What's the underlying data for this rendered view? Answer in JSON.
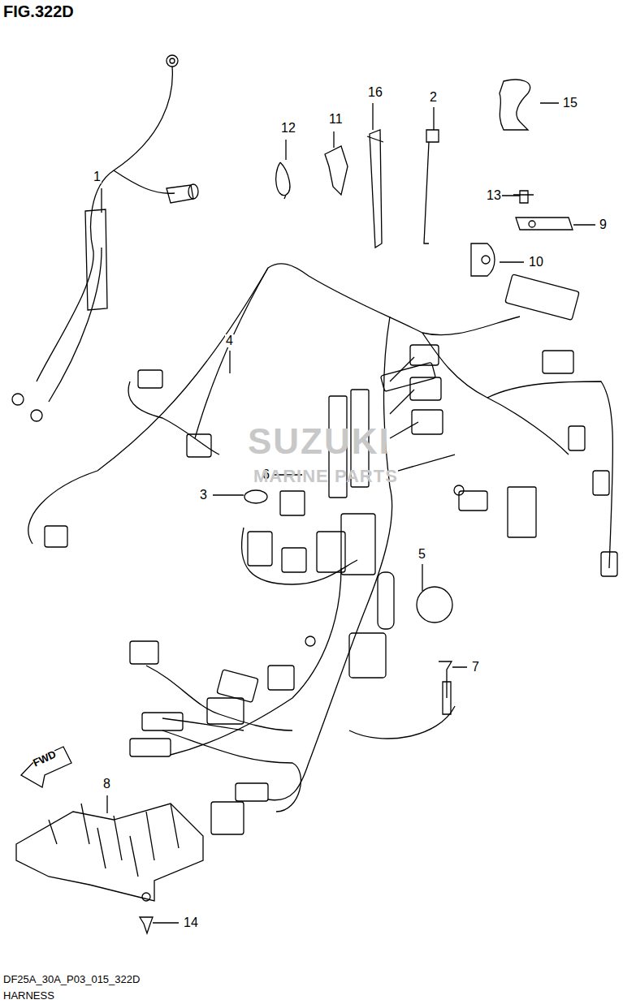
{
  "diagram": {
    "title": "FIG.322D",
    "labels": [
      "16",
      "2",
      "15",
      "12",
      "11",
      "1",
      "13",
      "9",
      "10",
      "4",
      "3",
      "6",
      "5",
      "7",
      "8",
      "14",
      "FWD",
      "SUZUKI",
      "MARINE PARTS",
      "DF25A_30A_P03_015_322D",
      "HARNESS"
    ]
  }
}
